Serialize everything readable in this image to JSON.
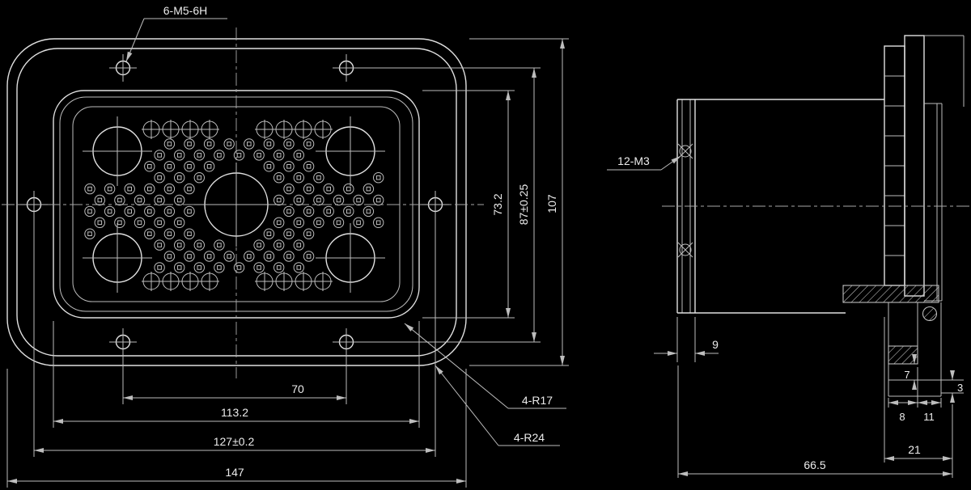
{
  "colors": {
    "bg": "#000000",
    "line": "#e0e0e0",
    "line2": "#bdbdbd",
    "centerline": "#a8a8a8",
    "text": "#ececec"
  },
  "callouts": {
    "mounting_thread": "6-M5-6H",
    "jackscrew_thread": "12-M3",
    "inner_corner_radius": "4-R17",
    "outer_corner_radius": "4-R24"
  },
  "dimensions": {
    "front": {
      "inner_hole_spacing_h": "70",
      "opening_width": "113.2",
      "outer_hole_spacing_h": "127±0.2",
      "overall_width": "147",
      "opening_height": "73.2",
      "hole_spacing_v": "87±0.25",
      "overall_height": "107"
    },
    "side": {
      "flange_thickness": "9",
      "step_7": "7",
      "step_3": "3",
      "step_8": "8",
      "step_11": "11",
      "rear_depth": "21",
      "overall_depth": "66.5"
    }
  }
}
